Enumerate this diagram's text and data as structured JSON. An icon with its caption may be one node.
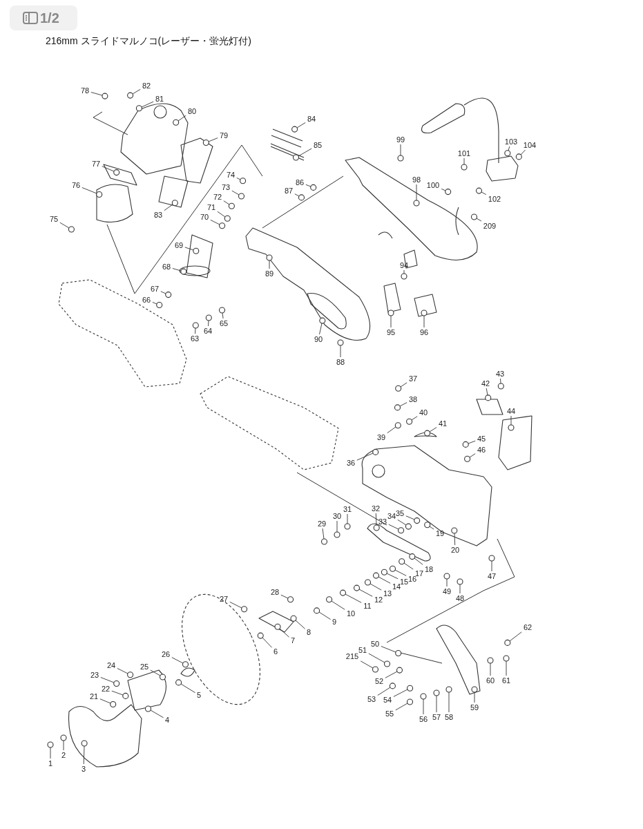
{
  "diagram": {
    "title": "216mm スライドマルノコ(レーザー・蛍光灯付)",
    "nodes": [
      {
        "text": [
          "78"
        ]
      },
      {
        "text": [
          "82"
        ]
      },
      {
        "text": [
          "81"
        ]
      },
      {
        "text": [
          "80"
        ]
      },
      {
        "text": [
          "79"
        ]
      },
      {
        "text": [
          "77"
        ]
      },
      {
        "text": [
          "76"
        ]
      },
      {
        "text": [
          "75"
        ]
      },
      {
        "text": [
          "83"
        ]
      },
      {
        "text": [
          "74"
        ]
      },
      {
        "text": [
          "73"
        ]
      },
      {
        "text": [
          "72"
        ]
      },
      {
        "text": [
          "71"
        ]
      },
      {
        "text": [
          "70"
        ]
      },
      {
        "text": [
          "69"
        ]
      },
      {
        "text": [
          "68"
        ]
      },
      {
        "text": [
          "67"
        ]
      },
      {
        "text": [
          "66"
        ]
      },
      {
        "text": [
          "65"
        ]
      },
      {
        "text": [
          "64"
        ]
      },
      {
        "text": [
          "63"
        ]
      },
      {
        "text": [
          "84"
        ]
      },
      {
        "text": [
          "85"
        ]
      },
      {
        "text": [
          "86"
        ]
      },
      {
        "text": [
          "87"
        ]
      },
      {
        "text": [
          "89"
        ]
      },
      {
        "text": [
          "90"
        ]
      },
      {
        "text": [
          "88"
        ]
      },
      {
        "text": [
          "99"
        ]
      },
      {
        "text": [
          "98"
        ]
      },
      {
        "text": [
          "101"
        ]
      },
      {
        "text": [
          "103"
        ]
      },
      {
        "text": [
          "104"
        ]
      },
      {
        "text": [
          "100"
        ]
      },
      {
        "text": [
          "102"
        ]
      },
      {
        "text": [
          "209"
        ]
      },
      {
        "text": [
          "94"
        ]
      },
      {
        "text": [
          "95"
        ]
      },
      {
        "text": [
          "96"
        ]
      },
      {
        "text": [
          "37"
        ]
      },
      {
        "text": [
          "38"
        ]
      },
      {
        "text": [
          "40"
        ]
      },
      {
        "text": [
          "41"
        ]
      },
      {
        "text": [
          "39"
        ]
      },
      {
        "text": [
          "43"
        ]
      },
      {
        "text": [
          "42"
        ]
      },
      {
        "text": [
          "44"
        ]
      },
      {
        "text": [
          "45"
        ]
      },
      {
        "text": [
          "46"
        ]
      },
      {
        "text": [
          "36"
        ]
      },
      {
        "text": [
          "32"
        ]
      },
      {
        "text": [
          "35"
        ]
      },
      {
        "text": [
          "34"
        ]
      },
      {
        "text": [
          "33"
        ]
      },
      {
        "text": [
          "31"
        ]
      },
      {
        "text": [
          "30"
        ]
      },
      {
        "text": [
          "29"
        ]
      },
      {
        "text": [
          "19"
        ]
      },
      {
        "text": [
          "20"
        ]
      },
      {
        "text": [
          "18"
        ]
      },
      {
        "text": [
          "17"
        ]
      },
      {
        "text": [
          "16"
        ]
      },
      {
        "text": [
          "15"
        ]
      },
      {
        "text": [
          "14"
        ]
      },
      {
        "text": [
          "13"
        ]
      },
      {
        "text": [
          "12"
        ]
      },
      {
        "text": [
          "11"
        ]
      },
      {
        "text": [
          "10"
        ]
      },
      {
        "text": [
          "9"
        ]
      },
      {
        "text": [
          "8"
        ]
      },
      {
        "text": [
          "7"
        ]
      },
      {
        "text": [
          "6"
        ]
      },
      {
        "text": [
          "28"
        ]
      },
      {
        "text": [
          "27"
        ]
      },
      {
        "text": [
          "47"
        ]
      },
      {
        "text": [
          "48"
        ]
      },
      {
        "text": [
          "49"
        ]
      },
      {
        "text": [
          "62"
        ]
      },
      {
        "text": [
          "60"
        ]
      },
      {
        "text": [
          "61"
        ]
      },
      {
        "text": [
          "59"
        ]
      },
      {
        "text": [
          "50"
        ]
      },
      {
        "text": [
          "51"
        ]
      },
      {
        "text": [
          "215"
        ]
      },
      {
        "text": [
          "52"
        ]
      },
      {
        "text": [
          "53"
        ]
      },
      {
        "text": [
          "54"
        ]
      },
      {
        "text": [
          "55"
        ]
      },
      {
        "text": [
          "56"
        ]
      },
      {
        "text": [
          "57"
        ]
      },
      {
        "text": [
          "58"
        ]
      },
      {
        "text": [
          "26"
        ]
      },
      {
        "text": [
          "25"
        ]
      },
      {
        "text": [
          "24"
        ]
      },
      {
        "text": [
          "23"
        ]
      },
      {
        "text": [
          "22"
        ]
      },
      {
        "text": [
          "21"
        ]
      },
      {
        "text": [
          "5"
        ]
      },
      {
        "text": [
          "4"
        ]
      },
      {
        "text": [
          "2"
        ]
      },
      {
        "text": [
          "1"
        ]
      },
      {
        "text": [
          "3"
        ]
      },
      {
        "text": [],
        "shape": "circle"
      },
      {
        "text": [],
        "shape": "circle"
      },
      {
        "text": [],
        "shape": "circle"
      },
      {
        "text": [],
        "shape": "circle"
      },
      {
        "text": [],
        "shape": "circle"
      },
      {
        "text": [],
        "shape": "circle"
      },
      {
        "text": [],
        "shape": "circle"
      },
      {
        "text": [],
        "shape": "circle"
      },
      {
        "text": [],
        "shape": "circle"
      },
      {
        "text": [],
        "shape": "circle"
      },
      {
        "text": [],
        "shape": "circle"
      },
      {
        "text": [],
        "shape": "circle"
      },
      {
        "text": [],
        "shape": "circle"
      },
      {
        "text": [],
        "shape": "circle"
      },
      {
        "text": [],
        "shape": "circle"
      },
      {
        "text": [],
        "shape": "circle"
      },
      {
        "text": [],
        "shape": "circle"
      },
      {
        "text": [],
        "shape": "circle"
      },
      {
        "text": [],
        "shape": "circle"
      },
      {
        "text": [],
        "shape": "circle"
      },
      {
        "text": [],
        "shape": "circle"
      },
      {
        "text": [],
        "shape": "circle"
      },
      {
        "text": [],
        "shape": "circle"
      },
      {
        "text": [],
        "shape": "circle"
      },
      {
        "text": [],
        "shape": "circle"
      },
      {
        "text": [],
        "shape": "circle"
      },
      {
        "text": [],
        "shape": "circle"
      },
      {
        "text": [],
        "shape": "circle"
      },
      {
        "text": [],
        "shape": "circle"
      },
      {
        "text": [],
        "shape": "circle"
      },
      {
        "text": [],
        "shape": "circle"
      },
      {
        "text": [],
        "shape": "circle"
      },
      {
        "text": [],
        "shape": "circle"
      },
      {
        "text": [],
        "shape": "circle"
      },
      {
        "text": [],
        "shape": "circle"
      },
      {
        "text": [],
        "shape": "circle"
      },
      {
        "text": [],
        "shape": "circle"
      },
      {
        "text": [],
        "shape": "circle"
      },
      {
        "text": [],
        "shape": "circle"
      },
      {
        "text": [],
        "shape": "circle"
      },
      {
        "text": [],
        "shape": "circle"
      },
      {
        "text": [],
        "shape": "circle"
      },
      {
        "text": [],
        "shape": "circle"
      },
      {
        "text": [],
        "shape": "circle"
      },
      {
        "text": [],
        "shape": "circle"
      },
      {
        "text": [],
        "shape": "circle"
      },
      {
        "text": [],
        "shape": "circle"
      },
      {
        "text": [],
        "shape": "circle"
      },
      {
        "text": [],
        "shape": "circle"
      },
      {
        "text": [],
        "shape": "circle"
      },
      {
        "text": [],
        "shape": "circle"
      },
      {
        "text": [],
        "shape": "circle"
      },
      {
        "text": [],
        "shape": "circle"
      },
      {
        "text": [],
        "shape": "circle"
      },
      {
        "text": [],
        "shape": "circle"
      },
      {
        "text": [],
        "shape": "circle"
      },
      {
        "text": [],
        "shape": "circle"
      },
      {
        "text": [],
        "shape": "circle"
      },
      {
        "text": [],
        "shape": "circle"
      },
      {
        "text": [],
        "shape": "circle"
      },
      {
        "text": [],
        "shape": "circle"
      },
      {
        "text": [],
        "shape": "circle"
      },
      {
        "text": [],
        "shape": "circle"
      },
      {
        "text": [],
        "shape": "circle"
      },
      {
        "text": [],
        "shape": "circle"
      },
      {
        "text": [],
        "shape": "circle"
      },
      {
        "text": [],
        "shape": "circle"
      },
      {
        "text": [],
        "shape": "circle"
      },
      {
        "text": [],
        "shape": "circle"
      },
      {
        "text": [],
        "shape": "circle"
      },
      {
        "text": [],
        "shape": "circle"
      },
      {
        "text": [],
        "shape": "circle"
      },
      {
        "text": [],
        "shape": "circle"
      },
      {
        "text": [],
        "shape": "circle"
      },
      {
        "text": [],
        "shape": "circle"
      },
      {
        "text": [],
        "shape": "circle"
      },
      {
        "text": [],
        "shape": "circle"
      },
      {
        "text": [],
        "shape": "circle"
      },
      {
        "text": [],
        "shape": "circle"
      },
      {
        "text": [],
        "shape": "circle"
      },
      {
        "text": [],
        "shape": "circle"
      },
      {
        "text": [],
        "shape": "circle"
      },
      {
        "text": [],
        "shape": "circle"
      },
      {
        "text": [],
        "shape": "circle"
      },
      {
        "text": [],
        "shape": "circle"
      },
      {
        "text": [],
        "shape": "circle"
      },
      {
        "text": [],
        "shape": "circle"
      },
      {
        "text": [],
        "shape": "circle"
      },
      {
        "text": [],
        "shape": "circle"
      },
      {
        "text": [],
        "shape": "circle"
      },
      {
        "text": [],
        "shape": "circle"
      },
      {
        "text": [],
        "shape": "circle"
      },
      {
        "text": [],
        "shape": "circle"
      },
      {
        "text": [],
        "shape": "circle"
      },
      {
        "text": [],
        "shape": "circle"
      },
      {
        "text": [],
        "shape": "circle"
      },
      {
        "text": [],
        "shape": "circle"
      },
      {
        "text": [],
        "shape": "circle"
      },
      {
        "text": [],
        "shape": "circle"
      },
      {
        "text": [],
        "shape": "circle"
      },
      {
        "text": [],
        "shape": "circle"
      },
      {
        "text": [],
        "shape": "circle"
      }
    ],
    "edges": [
      {
        "from": 0,
        "to": 102,
        "arrow": "none"
      },
      {
        "from": 1,
        "to": 103,
        "arrow": "none"
      },
      {
        "from": 2,
        "to": 104,
        "arrow": "none"
      },
      {
        "from": 3,
        "to": 105,
        "arrow": "none"
      },
      {
        "from": 4,
        "to": 106,
        "arrow": "none"
      },
      {
        "from": 5,
        "to": 107,
        "arrow": "none"
      },
      {
        "from": 6,
        "to": 108,
        "arrow": "none"
      },
      {
        "from": 7,
        "to": 109,
        "arrow": "none"
      },
      {
        "from": 8,
        "to": 110,
        "arrow": "none"
      },
      {
        "from": 9,
        "to": 111,
        "arrow": "none"
      },
      {
        "from": 10,
        "to": 112,
        "arrow": "none"
      },
      {
        "from": 11,
        "to": 113,
        "arrow": "none"
      },
      {
        "from": 12,
        "to": 114,
        "arrow": "none"
      },
      {
        "from": 13,
        "to": 115,
        "arrow": "none"
      },
      {
        "from": 14,
        "to": 116,
        "arrow": "none"
      },
      {
        "from": 15,
        "to": 117,
        "arrow": "none"
      },
      {
        "from": 16,
        "to": 118,
        "arrow": "none"
      },
      {
        "from": 17,
        "to": 119,
        "arrow": "none"
      },
      {
        "from": 18,
        "to": 120,
        "arrow": "none"
      },
      {
        "from": 19,
        "to": 121,
        "arrow": "none"
      },
      {
        "from": 20,
        "to": 122,
        "arrow": "none"
      },
      {
        "from": 21,
        "to": 123,
        "arrow": "none"
      },
      {
        "from": 22,
        "to": 124,
        "arrow": "none"
      },
      {
        "from": 23,
        "to": 125,
        "arrow": "none"
      },
      {
        "from": 24,
        "to": 126,
        "arrow": "none"
      },
      {
        "from": 25,
        "to": 127,
        "arrow": "none"
      },
      {
        "from": 26,
        "to": 128,
        "arrow": "none"
      },
      {
        "from": 27,
        "to": 129,
        "arrow": "none"
      },
      {
        "from": 28,
        "to": 130,
        "arrow": "none"
      },
      {
        "from": 29,
        "to": 131,
        "arrow": "none"
      },
      {
        "from": 30,
        "to": 132,
        "arrow": "none"
      },
      {
        "from": 31,
        "to": 133,
        "arrow": "none"
      },
      {
        "from": 32,
        "to": 134,
        "arrow": "none"
      },
      {
        "from": 33,
        "to": 135,
        "arrow": "none"
      },
      {
        "from": 34,
        "to": 136,
        "arrow": "none"
      },
      {
        "from": 35,
        "to": 137,
        "arrow": "none"
      },
      {
        "from": 36,
        "to": 138,
        "arrow": "none"
      },
      {
        "from": 37,
        "to": 139,
        "arrow": "none"
      },
      {
        "from": 38,
        "to": 140,
        "arrow": "none"
      },
      {
        "from": 39,
        "to": 141,
        "arrow": "none"
      },
      {
        "from": 40,
        "to": 142,
        "arrow": "none"
      },
      {
        "from": 41,
        "to": 143,
        "arrow": "none"
      },
      {
        "from": 42,
        "to": 144,
        "arrow": "none"
      },
      {
        "from": 43,
        "to": 145,
        "arrow": "none"
      },
      {
        "from": 44,
        "to": 146,
        "arrow": "none"
      },
      {
        "from": 45,
        "to": 147,
        "arrow": "none"
      },
      {
        "from": 46,
        "to": 148,
        "arrow": "none"
      },
      {
        "from": 47,
        "to": 149,
        "arrow": "none"
      },
      {
        "from": 48,
        "to": 150,
        "arrow": "none"
      },
      {
        "from": 49,
        "to": 151,
        "arrow": "none"
      },
      {
        "from": 50,
        "to": 152,
        "arrow": "none"
      },
      {
        "from": 51,
        "to": 153,
        "arrow": "none"
      },
      {
        "from": 52,
        "to": 154,
        "arrow": "none"
      },
      {
        "from": 53,
        "to": 155,
        "arrow": "none"
      },
      {
        "from": 54,
        "to": 156,
        "arrow": "none"
      },
      {
        "from": 55,
        "to": 157,
        "arrow": "none"
      },
      {
        "from": 56,
        "to": 158,
        "arrow": "none"
      },
      {
        "from": 57,
        "to": 159,
        "arrow": "none"
      },
      {
        "from": 58,
        "to": 160,
        "arrow": "none"
      },
      {
        "from": 59,
        "to": 161,
        "arrow": "none"
      },
      {
        "from": 60,
        "to": 162,
        "arrow": "none"
      },
      {
        "from": 61,
        "to": 163,
        "arrow": "none"
      },
      {
        "from": 62,
        "to": 164,
        "arrow": "none"
      },
      {
        "from": 63,
        "to": 165,
        "arrow": "none"
      },
      {
        "from": 64,
        "to": 166,
        "arrow": "none"
      },
      {
        "from": 65,
        "to": 167,
        "arrow": "none"
      },
      {
        "from": 66,
        "to": 168,
        "arrow": "none"
      },
      {
        "from": 67,
        "to": 169,
        "arrow": "none"
      },
      {
        "from": 68,
        "to": 170,
        "arrow": "none"
      },
      {
        "from": 69,
        "to": 171,
        "arrow": "none"
      },
      {
        "from": 70,
        "to": 172,
        "arrow": "none"
      },
      {
        "from": 71,
        "to": 173,
        "arrow": "none"
      },
      {
        "from": 72,
        "to": 174,
        "arrow": "none"
      },
      {
        "from": 73,
        "to": 175,
        "arrow": "none"
      },
      {
        "from": 74,
        "to": 176,
        "arrow": "none"
      },
      {
        "from": 75,
        "to": 177,
        "arrow": "none"
      },
      {
        "from": 76,
        "to": 178,
        "arrow": "none"
      },
      {
        "from": 77,
        "to": 179,
        "arrow": "none"
      },
      {
        "from": 78,
        "to": 180,
        "arrow": "none"
      },
      {
        "from": 79,
        "to": 181,
        "arrow": "none"
      },
      {
        "from": 80,
        "to": 182,
        "arrow": "none"
      },
      {
        "from": 81,
        "to": 183,
        "arrow": "none"
      },
      {
        "from": 82,
        "to": 184,
        "arrow": "none"
      },
      {
        "from": 83,
        "to": 185,
        "arrow": "none"
      },
      {
        "from": 84,
        "to": 186,
        "arrow": "none"
      },
      {
        "from": 85,
        "to": 187,
        "arrow": "none"
      },
      {
        "from": 86,
        "to": 188,
        "arrow": "none"
      },
      {
        "from": 87,
        "to": 189,
        "arrow": "none"
      },
      {
        "from": 88,
        "to": 190,
        "arrow": "none"
      },
      {
        "from": 89,
        "to": 191,
        "arrow": "none"
      },
      {
        "from": 90,
        "to": 192,
        "arrow": "none"
      },
      {
        "from": 91,
        "to": 193,
        "arrow": "none"
      },
      {
        "from": 92,
        "to": 194,
        "arrow": "none"
      },
      {
        "from": 93,
        "to": 195,
        "arrow": "none"
      },
      {
        "from": 94,
        "to": 196,
        "arrow": "none"
      },
      {
        "from": 95,
        "to": 197,
        "arrow": "none"
      },
      {
        "from": 96,
        "to": 198,
        "arrow": "none"
      },
      {
        "from": 97,
        "to": 199,
        "arrow": "none"
      },
      {
        "from": 98,
        "to": 200,
        "arrow": "none"
      },
      {
        "from": 99,
        "to": 201,
        "arrow": "none"
      },
      {
        "from": 100,
        "to": 202,
        "arrow": "none"
      },
      {
        "from": 101,
        "to": 203,
        "arrow": "none"
      }
    ],
    "labels": [
      "1/2"
    ]
  }
}
